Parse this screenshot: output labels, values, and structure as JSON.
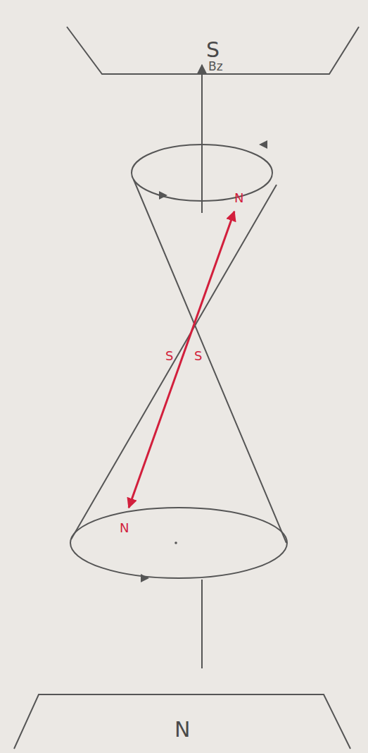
{
  "diagram": {
    "nodes": [
      {
        "text": [
          "S"
        ]
      },
      {
        "text": [
          "N"
        ]
      }
    ],
    "labels": [
      "Bz",
      "N",
      "S",
      "S",
      "N"
    ]
  }
}
